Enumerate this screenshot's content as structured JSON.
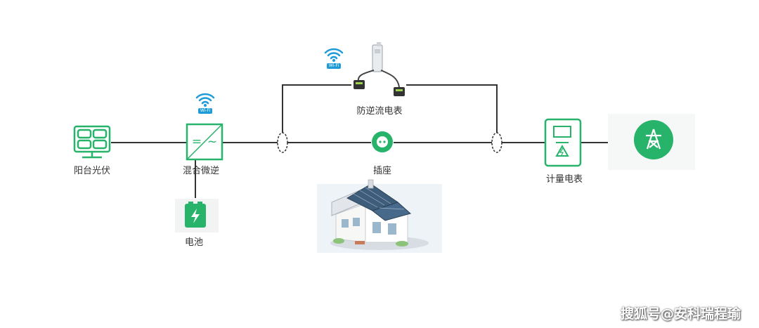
{
  "labels": {
    "solar": "阳台光伏",
    "inverter": "混合微逆",
    "battery": "电池",
    "meter_ct": "防逆流电表",
    "socket": "插座",
    "meter": "计量电表"
  },
  "wifi_badge": "Wi-Fi",
  "watermark": "搜狐号@安科瑞程瑜",
  "colors": {
    "accent_green": "#27b36a",
    "line": "#333333",
    "wifi_blue": "#1e9bd7"
  },
  "icons": {
    "solar": "solar-panel-icon",
    "inverter": "inverter-icon",
    "battery": "battery-icon",
    "meter_ct": "ct-meter-icon",
    "socket": "socket-icon",
    "meter": "energy-meter-icon",
    "grid": "power-tower-icon",
    "house": "house-image"
  }
}
